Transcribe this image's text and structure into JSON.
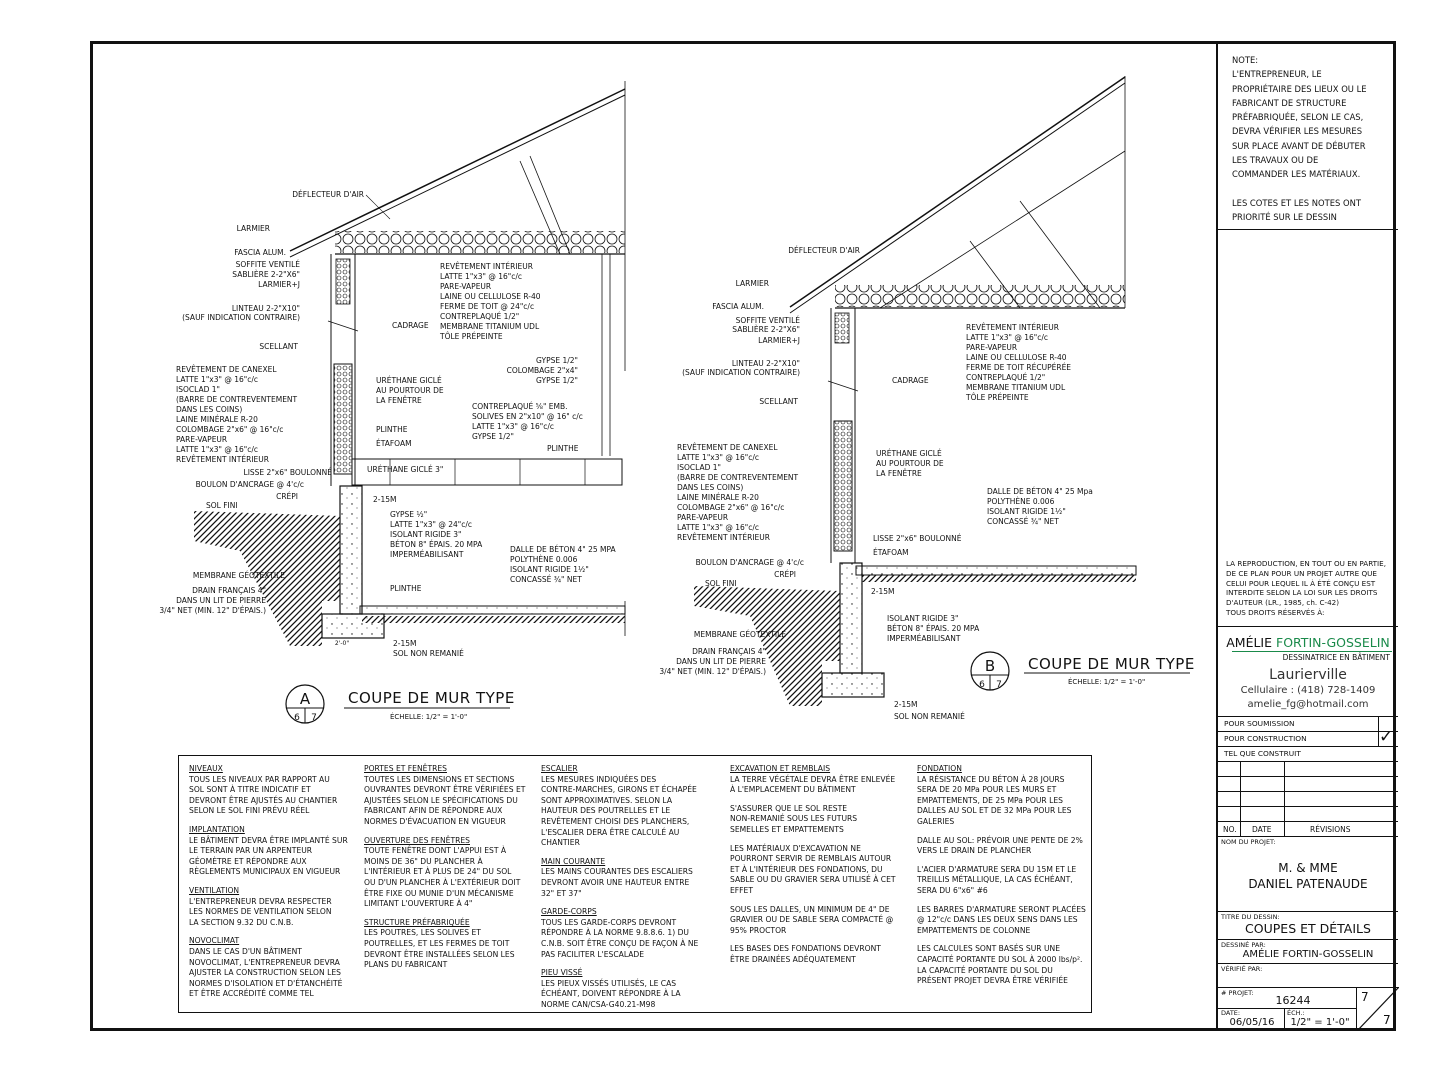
{
  "left_detail": {
    "labels": {
      "deflecteur": "DÉFLECTEUR D'AIR",
      "larmier": "LARMIER",
      "fascia": "FASCIA ALUM.",
      "soffite": "SOFFITE VENTILÉ",
      "sabliere": "SABLIÈRE 2-2\"X6\"",
      "larmier_j": "LARMIER+J",
      "linteau1": "LINTEAU 2-2\"X10\"",
      "linteau2": "(SAUF INDICATION CONTRAIRE)",
      "scellant": "SCELLANT",
      "cadrage": "CADRAGE",
      "plafond": [
        "REVÊTEMENT INTÉRIEUR",
        "LATTE 1\"x3\" @ 16\"c/c",
        "PARE-VAPEUR",
        "LAINE OU CELLULOSE R-40",
        "FERME DE TOIT @ 24\"c/c",
        "CONTREPLAQUÉ 1/2\"",
        "MEMBRANE TITANIUM UDL",
        "TÔLE PRÉPEINTE"
      ],
      "mur": [
        "REVÊTEMENT DE CANEXEL",
        "LATTE 1\"x3\" @ 16\"c/c",
        "ISOCLAD 1\"",
        "(BARRE DE CONTREVENTEMENT",
        "DANS LES COINS)",
        "LAINE MINÉRALE R-20",
        "COLOMBAGE 2\"x6\" @ 16\"c/c",
        "PARE-VAPEUR",
        "LATTE 1\"x3\" @ 16\"c/c",
        "REVÊTEMENT INTÉRIEUR"
      ],
      "urethane1": [
        "URÉTHANE GICLÉ",
        "AU POURTOUR DE",
        "LA FENÊTRE"
      ],
      "gypse": [
        "GYPSE 1/2\"",
        "COLOMBAGE 2\"x4\"",
        "GYPSE 1/2\""
      ],
      "plancher": [
        "CONTREPLAQUÉ ⅝\" EMB.",
        "SOLIVES EN 2\"x10\" @ 16\" c/c",
        "LATTE 1\"x3\" @ 16\"c/c",
        "GYPSE 1/2\""
      ],
      "plinthe": "PLINTHE",
      "etafoam": "ÉTAFOAM",
      "urethane3": "URÉTHANE GICLÉ 3\"",
      "lisse": "LISSE 2\"x6\" BOULONNÉ",
      "boulon": "BOULON D'ANCRAGE @ 4'c/c",
      "crepi": "CRÉPI",
      "sol_fini": "SOL FINI",
      "m15": "2-15M",
      "isolant": [
        "GYPSE ½\"",
        "LATTE 1\"x3\" @ 24\"c/c",
        "ISOLANT RIGIDE 3\"",
        "BÉTON 8\" ÉPAIS. 20 MPA",
        "IMPERMÉABILISANT"
      ],
      "dalle": [
        "DALLE DE BÉTON 4\" 25 MPA",
        "POLYTHÈNE 0.006",
        "ISOLANT RIGIDE 1½\"",
        "CONCASSÉ ¾\" NET"
      ],
      "membrane": "MEMBRANE GÉOTEXTILE",
      "drain": [
        "DRAIN FRANÇAIS 4\"",
        "DANS UN LIT DE PIERRE",
        "3/4\" NET (MIN. 12\" D'ÉPAIS.)"
      ],
      "sol_non": "SOL NON REMANIÉ",
      "dim": "2'-0\""
    },
    "title": "COUPE DE MUR TYPE",
    "letter": "A",
    "ref_left": "6",
    "ref_right": "7",
    "scale": "ÉCHELLE: 1/2\" = 1'-0\""
  },
  "right_detail": {
    "labels": {
      "deflecteur": "DÉFLECTEUR D'AIR",
      "larmier": "LARMIER",
      "fascia": "FASCIA ALUM.",
      "soffite": "SOFFITE VENTILÉ",
      "sabliere": "SABLIÈRE 2-2\"X6\"",
      "larmier_j": "LARMIER+J",
      "linteau1": "LINTEAU 2-2\"X10\"",
      "linteau2": "(SAUF INDICATION CONTRAIRE)",
      "scellant": "SCELLANT",
      "cadrage": "CADRAGE",
      "plafond": [
        "REVÊTEMENT INTÉRIEUR",
        "LATTE 1\"x3\" @ 16\"c/c",
        "PARE-VAPEUR",
        "LAINE OU CELLULOSE R-40",
        "FERME DE TOIT RÉCUPÉRÉE",
        "CONTREPLAQUÉ 1/2\"",
        "MEMBRANE TITANIUM UDL",
        "TÔLE PRÉPEINTE"
      ],
      "mur": [
        "REVÊTEMENT DE CANEXEL",
        "LATTE 1\"x3\" @ 16\"c/c",
        "ISOCLAD 1\"",
        "(BARRE DE CONTREVENTEMENT",
        "DANS LES COINS)",
        "LAINE MINÉRALE R-20",
        "COLOMBAGE 2\"x6\" @ 16\"c/c",
        "PARE-VAPEUR",
        "LATTE 1\"x3\" @ 16\"c/c",
        "REVÊTEMENT INTÉRIEUR"
      ],
      "urethane1": [
        "URÉTHANE GICLÉ",
        "AU POURTOUR DE",
        "LA FENÊTRE"
      ],
      "dalle": [
        "DALLE DE BÉTON 4\" 25 Mpa",
        "POLYTHÈNE 0.006",
        "ISOLANT RIGIDE 1½\"",
        "CONCASSÉ ¾\" NET"
      ],
      "lisse": "LISSE 2\"x6\" BOULONNÉ",
      "etafoam": "ÉTAFOAM",
      "boulon": "BOULON D'ANCRAGE @ 4'c/c",
      "crepi": "CRÉPI",
      "sol_fini": "SOL FINI",
      "m15": "2-15M",
      "isolant": [
        "ISOLANT RIGIDE 3\"",
        "BÉTON 8\" ÉPAIS. 20 MPA",
        "IMPERMÉABILISANT"
      ],
      "membrane": "MEMBRANE GÉOTEXTILE",
      "drain": [
        "DRAIN FRANÇAIS 4\"",
        "DANS UN LIT DE PIERRE",
        "3/4\" NET (MIN. 12\" D'ÉPAIS.)"
      ],
      "sol_non": "SOL NON REMANIÉ"
    },
    "title": "COUPE DE MUR TYPE",
    "letter": "B",
    "ref_left": "6",
    "ref_right": "7",
    "scale": "ÉCHELLE: 1/2\" = 1'-0\""
  },
  "notes": [
    [
      {
        "head": "NIVEAUX",
        "text": "TOUS LES NIVEAUX PAR RAPPORT AU\nSOL SONT À TITRE INDICATIF ET\nDEVRONT ÊTRE AJUSTÉS AU CHANTIER\nSELON LE SOL FINI PRÉVU RÉEL"
      },
      {
        "head": "IMPLANTATION",
        "text": "LE BÂTIMENT DEVRA ÊTRE IMPLANTÉ SUR\nLE TERRAIN PAR UN ARPENTEUR\nGÉOMÈTRE ET RÉPONDRE AUX\nRÈGLEMENTS MUNICIPAUX EN VIGUEUR"
      },
      {
        "head": "VENTILATION",
        "text": "L'ENTREPRENEUR DEVRA RESPECTER\nLES NORMES DE VENTILATION SELON\nLA SECTION 9.32 DU C.N.B."
      },
      {
        "head": "NOVOCLIMAT",
        "text": "DANS LE CAS D'UN BÂTIMENT\nNOVOCLIMAT, L'ENTREPRENEUR DEVRA\nAJUSTER LA CONSTRUCTION SELON LES\nNORMES D'ISOLATION ET D'ÉTANCHÉITÉ\nET ÊTRE ACCRÉDITÉ COMME TEL"
      }
    ],
    [
      {
        "head": "PORTES ET FENÊTRES",
        "text": "TOUTES LES DIMENSIONS ET SECTIONS\nOUVRANTES DEVRONT ÊTRE VÉRIFIÉES ET\nAJUSTÉES SELON LE SPÉCIFICATIONS DU\nFABRICANT AFIN DE RÉPONDRE AUX\nNORMES D'ÉVACUATION EN VIGUEUR"
      },
      {
        "head": "OUVERTURE DES FENÊTRES",
        "text": "TOUTE FENÊTRE DONT L'APPUI EST À\nMOINS DE 36\" DU PLANCHER À\nL'INTÉRIEUR ET À PLUS DE 24\" DU SOL\nOU D'UN PLANCHER À L'EXTÉRIEUR DOIT\nÊTRE FIXE OU MUNIE D'UN MÉCANISME\nLIMITANT L'OUVERTURE À 4\""
      },
      {
        "head": "STRUCTURE PRÉFABRIQUÉE",
        "text": "LES POUTRES, LES SOLIVES ET\nPOUTRELLES, ET LES FERMES DE TOIT\nDEVRONT ÊTRE INSTALLÉES SELON LES\nPLANS DU FABRICANT"
      }
    ],
    [
      {
        "head": "ESCALIER",
        "text": "LES MESURES INDIQUÉES DES\nCONTRE-MARCHES, GIRONS ET ÉCHAPÉE\nSONT APPROXIMATIVES. SELON LA\nHAUTEUR DES POUTRELLES ET LE\nREVÊTEMENT CHOISI DES PLANCHERS,\nL'ESCALIER DERA ÊTRE CALCULÉ AU\nCHANTIER"
      },
      {
        "head": "MAIN COURANTE",
        "text": "LES MAINS COURANTES DES ESCALIERS\nDEVRONT AVOIR UNE HAUTEUR ENTRE\n32\" ET 37\""
      },
      {
        "head": "GARDE-CORPS",
        "text": "TOUS LES GARDE-CORPS DEVRONT\nRÉPONDRE À LA NORME 9.8.8.6. 1) DU\nC.N.B. SOIT ÊTRE CONÇU DE FAÇON À NE\nPAS FACILITER L'ESCALADE"
      },
      {
        "head": "PIEU VISSÉ",
        "text": "LES PIEUX VISSÉS UTILISÉS, LE CAS\nÉCHÉANT, DOIVENT RÉPONDRE À LA\nNORME CAN/CSA-G40.21-M98"
      }
    ],
    [
      {
        "head": "EXCAVATION ET REMBLAIS",
        "text": "LA TERRE VÉGÉTALE DEVRA ÊTRE ENLEVÉE\nÀ L'EMPLACEMENT DU BÂTIMENT"
      },
      {
        "head": "",
        "text": "S'ASSURER QUE LE SOL RESTE\nNON-REMANIÉ SOUS LES FUTURS\nSEMELLES ET EMPATTEMENTS"
      },
      {
        "head": "",
        "text": "LES MATÉRIAUX D'EXCAVATION NE\nPOURRONT SERVIR DE REMBLAIS AUTOUR\nET À L'INTÉRIEUR DES FONDATIONS, DU\nSABLE OU DU GRAVIER SERA UTILISÉ À CET\nEFFET"
      },
      {
        "head": "",
        "text": "SOUS LES DALLES, UN MINIMUM DE 4\" DE\nGRAVIER OU DE SABLE SERA COMPACTÉ @\n95% PROCTOR"
      },
      {
        "head": "",
        "text": "LES BASES DES FONDATIONS DEVRONT\nÊTRE DRAINÉES ADÉQUATEMENT"
      }
    ],
    [
      {
        "head": "FONDATION",
        "text": "LA RÉSISTANCE DU BÉTON À 28 JOURS\nSERA DE 20 MPa POUR LES MURS ET\nEMPATTEMENTS, DE 25 MPa POUR LES\nDALLES AU SOL ET DE 32 MPa POUR LES\nGALERIES"
      },
      {
        "head": "",
        "text": "DALLE AU SOL: PRÉVOIR UNE PENTE DE 2%\nVERS LE DRAIN DE PLANCHER"
      },
      {
        "head": "",
        "text": "L'ACIER D'ARMATURE SERA DU 15M ET LE\nTREILLIS MÉTALLIQUE, LA CAS ÉCHÉANT,\nSERA DU 6\"x6\" #6"
      },
      {
        "head": "",
        "text": "LES BARRES D'ARMATURE SERONT PLACÉES\n@ 12\"c/c DANS LES DEUX SENS DANS LES\nEMPATTEMENTS DE COLONNE"
      },
      {
        "head": "",
        "text": "LES CALCULES SONT BASÉS SUR UNE\nCAPACITÉ PORTANTE DU SOL À 2000 lbs/p².\nLA CAPACITÉ PORTANTE DU SOL DU\nPRÉSENT PROJET DEVRA ÊTRE VÉRIFIÉE"
      }
    ]
  ],
  "title_block": {
    "note": "NOTE:\nL'ENTREPRENEUR, LE\nPROPRIÉTAIRE DES LIEUX OU LE\nFABRICANT DE STRUCTURE\nPRÉFABRIQUÉE, SELON LE CAS,\nDEVRA VÉRIFIER LES MESURES\nSUR PLACE AVANT DE DÉBUTER\nLES TRAVAUX OU DE\nCOMMANDER LES MATÉRIAUX.\n\nLES COTES ET LES NOTES ONT\nPRIORITÉ SUR LE DESSIN",
    "reproduction": "LA REPRODUCTION, EN TOUT OU EN PARTIE,\nDE CE PLAN POUR UN PROJET AUTRE QUE\nCELUI POUR LEQUEL IL À ÉTÉ CONÇU EST\nINTERDITE SELON LA LOI SUR LES DROITS\nD'AUTEUR (LR., 1985, ch. C-42)\nTOUS DROITS RÉSERVÉS À:",
    "brand_first": "AMÉLIE ",
    "brand_last": "FORTIN-GOSSELIN",
    "brand_sub": "DESSINATRICE EN BÂTIMENT",
    "city": "Laurierville",
    "phone": "Cellulaire : (418) 728-1409",
    "email": "amelie_fg@hotmail.com",
    "status": [
      "POUR SOUMISSION",
      "POUR CONSTRUCTION",
      "TEL QUE CONSTRUIT"
    ],
    "status_checked": "POUR CONSTRUCTION",
    "check_mark": "✓",
    "rev_no": "NO.",
    "rev_date": "DATE",
    "rev_label": "RÉVISIONS",
    "projet_label": "NOM DU PROJET:",
    "projet1": "M. & MME",
    "projet2": "DANIEL PATENAUDE",
    "titre_label": "TITRE DU DESSIN:",
    "titre": "COUPES ET DÉTAILS",
    "dessine_label": "DESSINÉ PAR:",
    "dessine": "AMÉLIE FORTIN-GOSSELIN",
    "verifie_label": "VÉRIFIÉ PAR:",
    "no_projet_label": "# PROJET:",
    "no_projet": "16244",
    "date_label": "DATE:",
    "date": "06/05/16",
    "ech_label": "ÉCH.:",
    "ech": "1/2\" = 1'-0\"",
    "sheet": "7",
    "sheet_total": "7",
    "accent_color": "#1a8a4a"
  }
}
